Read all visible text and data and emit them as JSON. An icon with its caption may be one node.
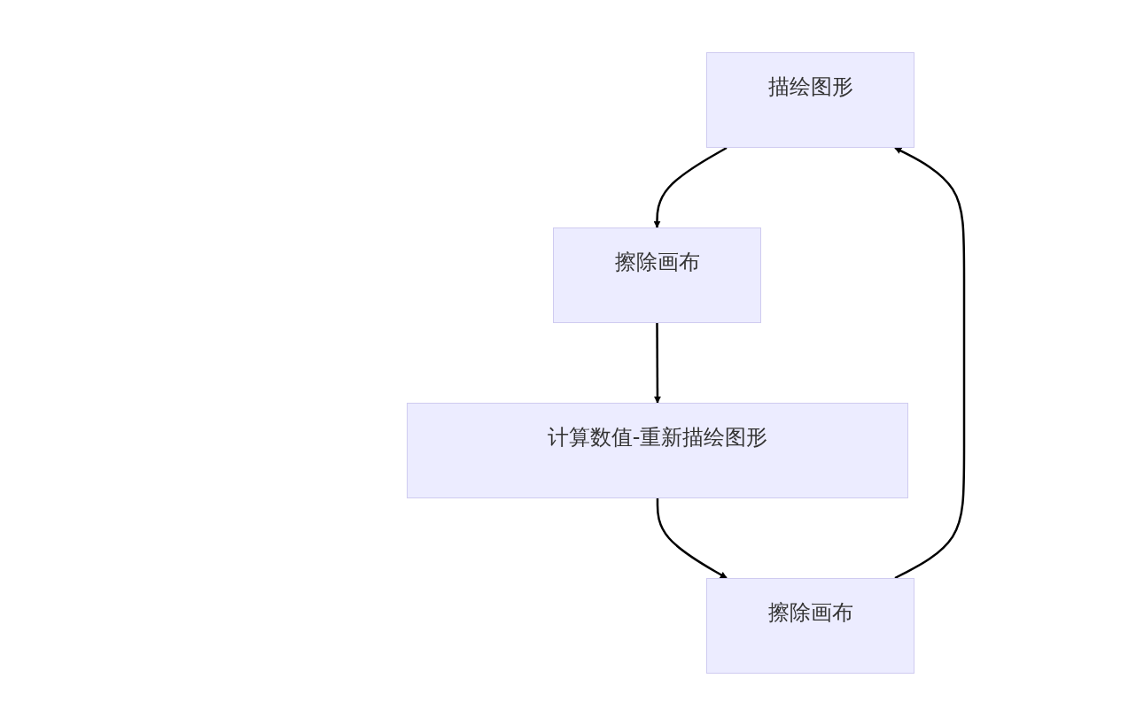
{
  "diagram": {
    "nodes": [
      {
        "text": [
          "描绘图形"
        ]
      },
      {
        "text": [
          "擦除画布"
        ]
      },
      {
        "text": [
          "计算数值-重新描绘图形"
        ]
      },
      {
        "text": [
          "擦除画布"
        ]
      }
    ],
    "edges": [
      {
        "from": 0,
        "to": 1,
        "arrow": "to"
      },
      {
        "from": 1,
        "to": 2,
        "arrow": "to"
      },
      {
        "from": 2,
        "to": 3,
        "arrow": "to"
      },
      {
        "from": 3,
        "to": 0,
        "arrow": "to"
      }
    ]
  }
}
